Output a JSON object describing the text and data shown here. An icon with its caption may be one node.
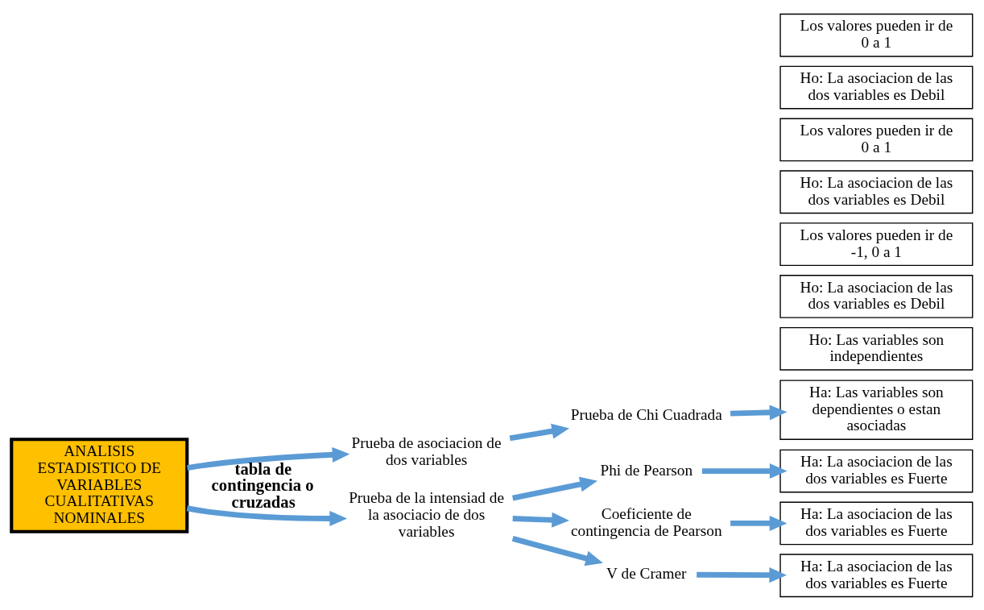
{
  "diagram": {
    "nodes": [
      {
        "text": [
          "ANALISIS ESTADISTICO DE VARIABLES CUALITATIVAS NOMINALES"
        ]
      },
      {
        "text": [
          "Prueba de asociacion de dos variables"
        ]
      },
      {
        "text": [
          "Prueba de la intensiad de la asociacio de dos variables"
        ]
      },
      {
        "text": [
          "Prueba de Chi Cuadrada"
        ]
      },
      {
        "text": [
          "Phi de Pearson"
        ]
      },
      {
        "text": [
          "Coeficiente de contingencia de Pearson"
        ]
      },
      {
        "text": [
          "V de Cramer"
        ]
      },
      {
        "text": [
          "Ho: Las variables son independientes"
        ]
      },
      {
        "text": [
          "Ha: Las variables son dependientes o estan asociadas"
        ]
      },
      {
        "text": [
          "Ho: La asociacion de las dos variables es Debil"
        ]
      },
      {
        "text": [
          "Ha: La asociacion de las dos variables es Fuerte"
        ]
      },
      {
        "text": [
          "Los valores pueden ir de -1, 0 a 1"
        ]
      },
      {
        "text": [
          "Ho: La asociacion de las dos variables es Debil"
        ]
      },
      {
        "text": [
          "Ha: La asociacion de las dos variables es Fuerte"
        ]
      },
      {
        "text": [
          "Los valores pueden ir de 0 a 1"
        ]
      },
      {
        "text": [
          "Ho: La asociacion de las dos variables es Debil"
        ]
      },
      {
        "text": [
          "Ha: La asociacion de las dos variables es Fuerte"
        ]
      },
      {
        "text": [
          "Los valores pueden ir de 0 a 1"
        ]
      }
    ],
    "edges": [
      {
        "from": 0,
        "to": 1,
        "arrow": "to"
      },
      {
        "from": 0,
        "to": 2,
        "arrow": "to",
        "label": "tabla de contingencia o cruzadas"
      },
      {
        "from": 1,
        "to": 3,
        "arrow": "to"
      },
      {
        "from": 2,
        "to": 4,
        "arrow": "to"
      },
      {
        "from": 2,
        "to": 5,
        "arrow": "to"
      },
      {
        "from": 2,
        "to": 6,
        "arrow": "to"
      },
      {
        "from": 3,
        "to": 8,
        "arrow": "to"
      },
      {
        "from": 4,
        "to": 10,
        "arrow": "to"
      },
      {
        "from": 5,
        "to": 13,
        "arrow": "to"
      },
      {
        "from": 6,
        "to": 16,
        "arrow": "to"
      }
    ]
  }
}
